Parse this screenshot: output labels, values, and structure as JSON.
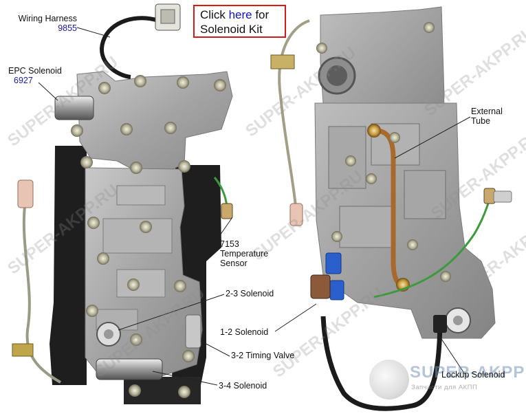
{
  "kit_link": {
    "prefix": "Click ",
    "link_text": "here",
    "suffix": " for",
    "line2": "Solenoid Kit"
  },
  "labels": {
    "wiring_harness": {
      "name": "Wiring Harness",
      "number": "9855"
    },
    "epc_solenoid": {
      "name": "EPC Solenoid",
      "number": "6927"
    },
    "temperature_sensor": {
      "number": "7153",
      "line1": "Temperature",
      "line2": "Sensor"
    },
    "solenoid_2_3": "2-3 Solenoid",
    "solenoid_1_2": "1-2 Solenoid",
    "timing_valve_3_2": "3-2 Timing Valve",
    "solenoid_3_4": "3-4 Solenoid",
    "external_tube": {
      "line1": "External",
      "line2": "Tube"
    },
    "lockup_solenoid": "Lockup Solenoid"
  },
  "watermark": {
    "text": "SUPER-AKPP.RU"
  },
  "logo": {
    "text": "SUPER-AKPP",
    "sub": "Запчасти для АКПП"
  },
  "colors": {
    "link": "#1212c8",
    "number": "#1a1aa0",
    "box_border": "#d21a1a",
    "metal": "#a9a9a9",
    "gasket": "#1e1e1e",
    "wire_green": "#3c9a3c",
    "tube": "#a86a2c"
  }
}
